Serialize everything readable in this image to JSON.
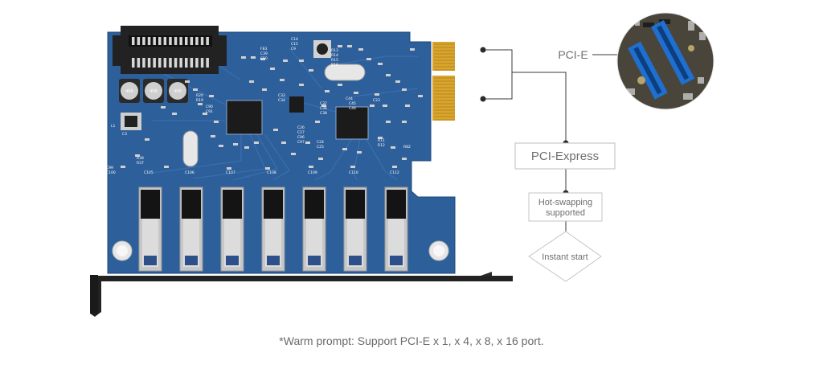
{
  "diagram": {
    "pcie_label": "PCI-E",
    "box_pci_express": "PCI-Express",
    "box_hot_swap_line1": "Hot-swapping",
    "box_hot_swap_line2": "supported",
    "diamond_label": "Instant start",
    "footnote": "*Warm prompt: Support PCI-E x 1, x 4, x 8, x 16 port."
  },
  "card": {
    "usb_port_labels": [
      "C105",
      "C106",
      "C107",
      "C108",
      "C109",
      "C110",
      "C112"
    ],
    "component_labels": [
      "C14",
      "C15",
      "C9",
      "F83",
      "C39",
      "C50",
      "R13",
      "R14",
      "R15",
      "R16",
      "R20",
      "R19",
      "C90",
      "C91",
      "C33",
      "C34",
      "C37",
      "C36",
      "C38",
      "C26",
      "C27",
      "C96",
      "C97",
      "C23",
      "R11",
      "R12",
      "R82",
      "C99",
      "C100",
      "R38",
      "R37",
      "C3",
      "L1",
      "C24",
      "C25",
      "C44",
      "C45",
      "C46"
    ],
    "inductor_marks": [
      "4R6",
      "4R6",
      "4R6"
    ]
  },
  "colors": {
    "pcb_blue": "#2d5f9a",
    "pcb_trace": "#3a6fae",
    "gold_finger": "#e0b43a",
    "connector_line": "#3a3a3a",
    "box_border": "#bdbdbd",
    "label_gray": "#6f6f6f",
    "slot_blue": "#1f6fd0"
  }
}
